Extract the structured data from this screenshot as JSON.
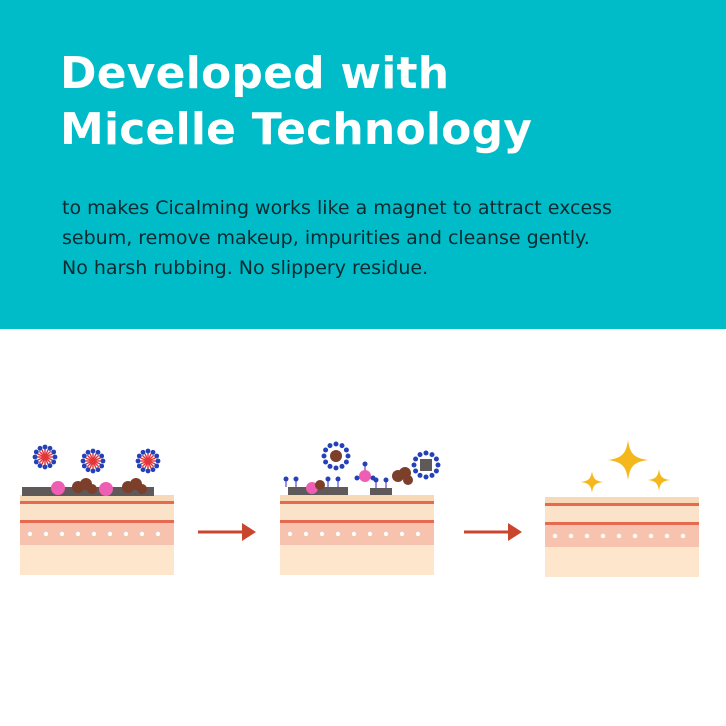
{
  "header": {
    "title_lines": [
      "Developed with",
      "Micelle Technology"
    ],
    "description_lines": [
      "to makes Cicalming works like a magnet to attract excess",
      "sebum, remove makeup, impurities and cleanse gently.",
      "No harsh rubbing. No slippery residue."
    ]
  },
  "colors": {
    "banner": "#00bcc9",
    "title_text": "#ffffff",
    "body_text": "#0b2a30",
    "skin_top": "#f7d9b8",
    "skin_mid": "#fbe3c9",
    "skin_pink": "#f7c2ae",
    "skin_bottom": "#fde6cc",
    "stripe": "#e66a4f",
    "arrow": "#c9452e",
    "micelle_head": "#2541b8",
    "micelle_core": "#e2363b",
    "sebum_gray": "#5f5a59",
    "dirt_brown": "#7b3f2a",
    "makeup_pink": "#ee5fb4",
    "sparkle": "#f5b81c"
  },
  "illustration": {
    "steps": [
      "skin-with-impurities-and-micelles",
      "micelles-binding-impurities",
      "clean-skin-with-sparkles"
    ],
    "arrows": 2
  }
}
